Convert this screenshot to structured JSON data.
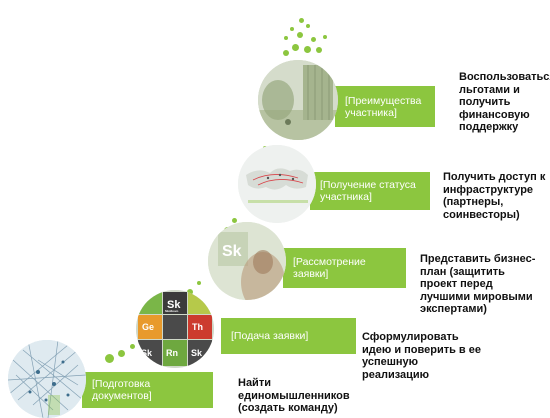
{
  "accent_color": "#8cc63f",
  "stages": [
    {
      "label": "[Подготовка документов]",
      "description": "Найти единомышленников (создать команду)",
      "icon": "network-photo"
    },
    {
      "label": "[Подача заявки]",
      "description": "Сформулировать идею и поверить в ее успешную реализацию",
      "icon": "skolkovo-tiles-photo"
    },
    {
      "label": "[Рассмотрение заявки]",
      "description": "Представить бизнес-план (защитить проект перед лучшими мировыми экспертами)",
      "icon": "skolkovo-logo-photo"
    },
    {
      "label": "[Получение статуса участника]",
      "description": "Получить доступ к инфраструктуре (партнеры, соинвесторы)",
      "icon": "world-map-photo"
    },
    {
      "label": "[Преимущества участника]",
      "description": "Воспользоваться льготами и получить финансовую поддержку",
      "icon": "architecture-photo"
    }
  ],
  "tiles": [
    "Sk",
    "Skolkovo",
    "Ge",
    "Th",
    "Sk",
    "Rn",
    "Sk"
  ]
}
